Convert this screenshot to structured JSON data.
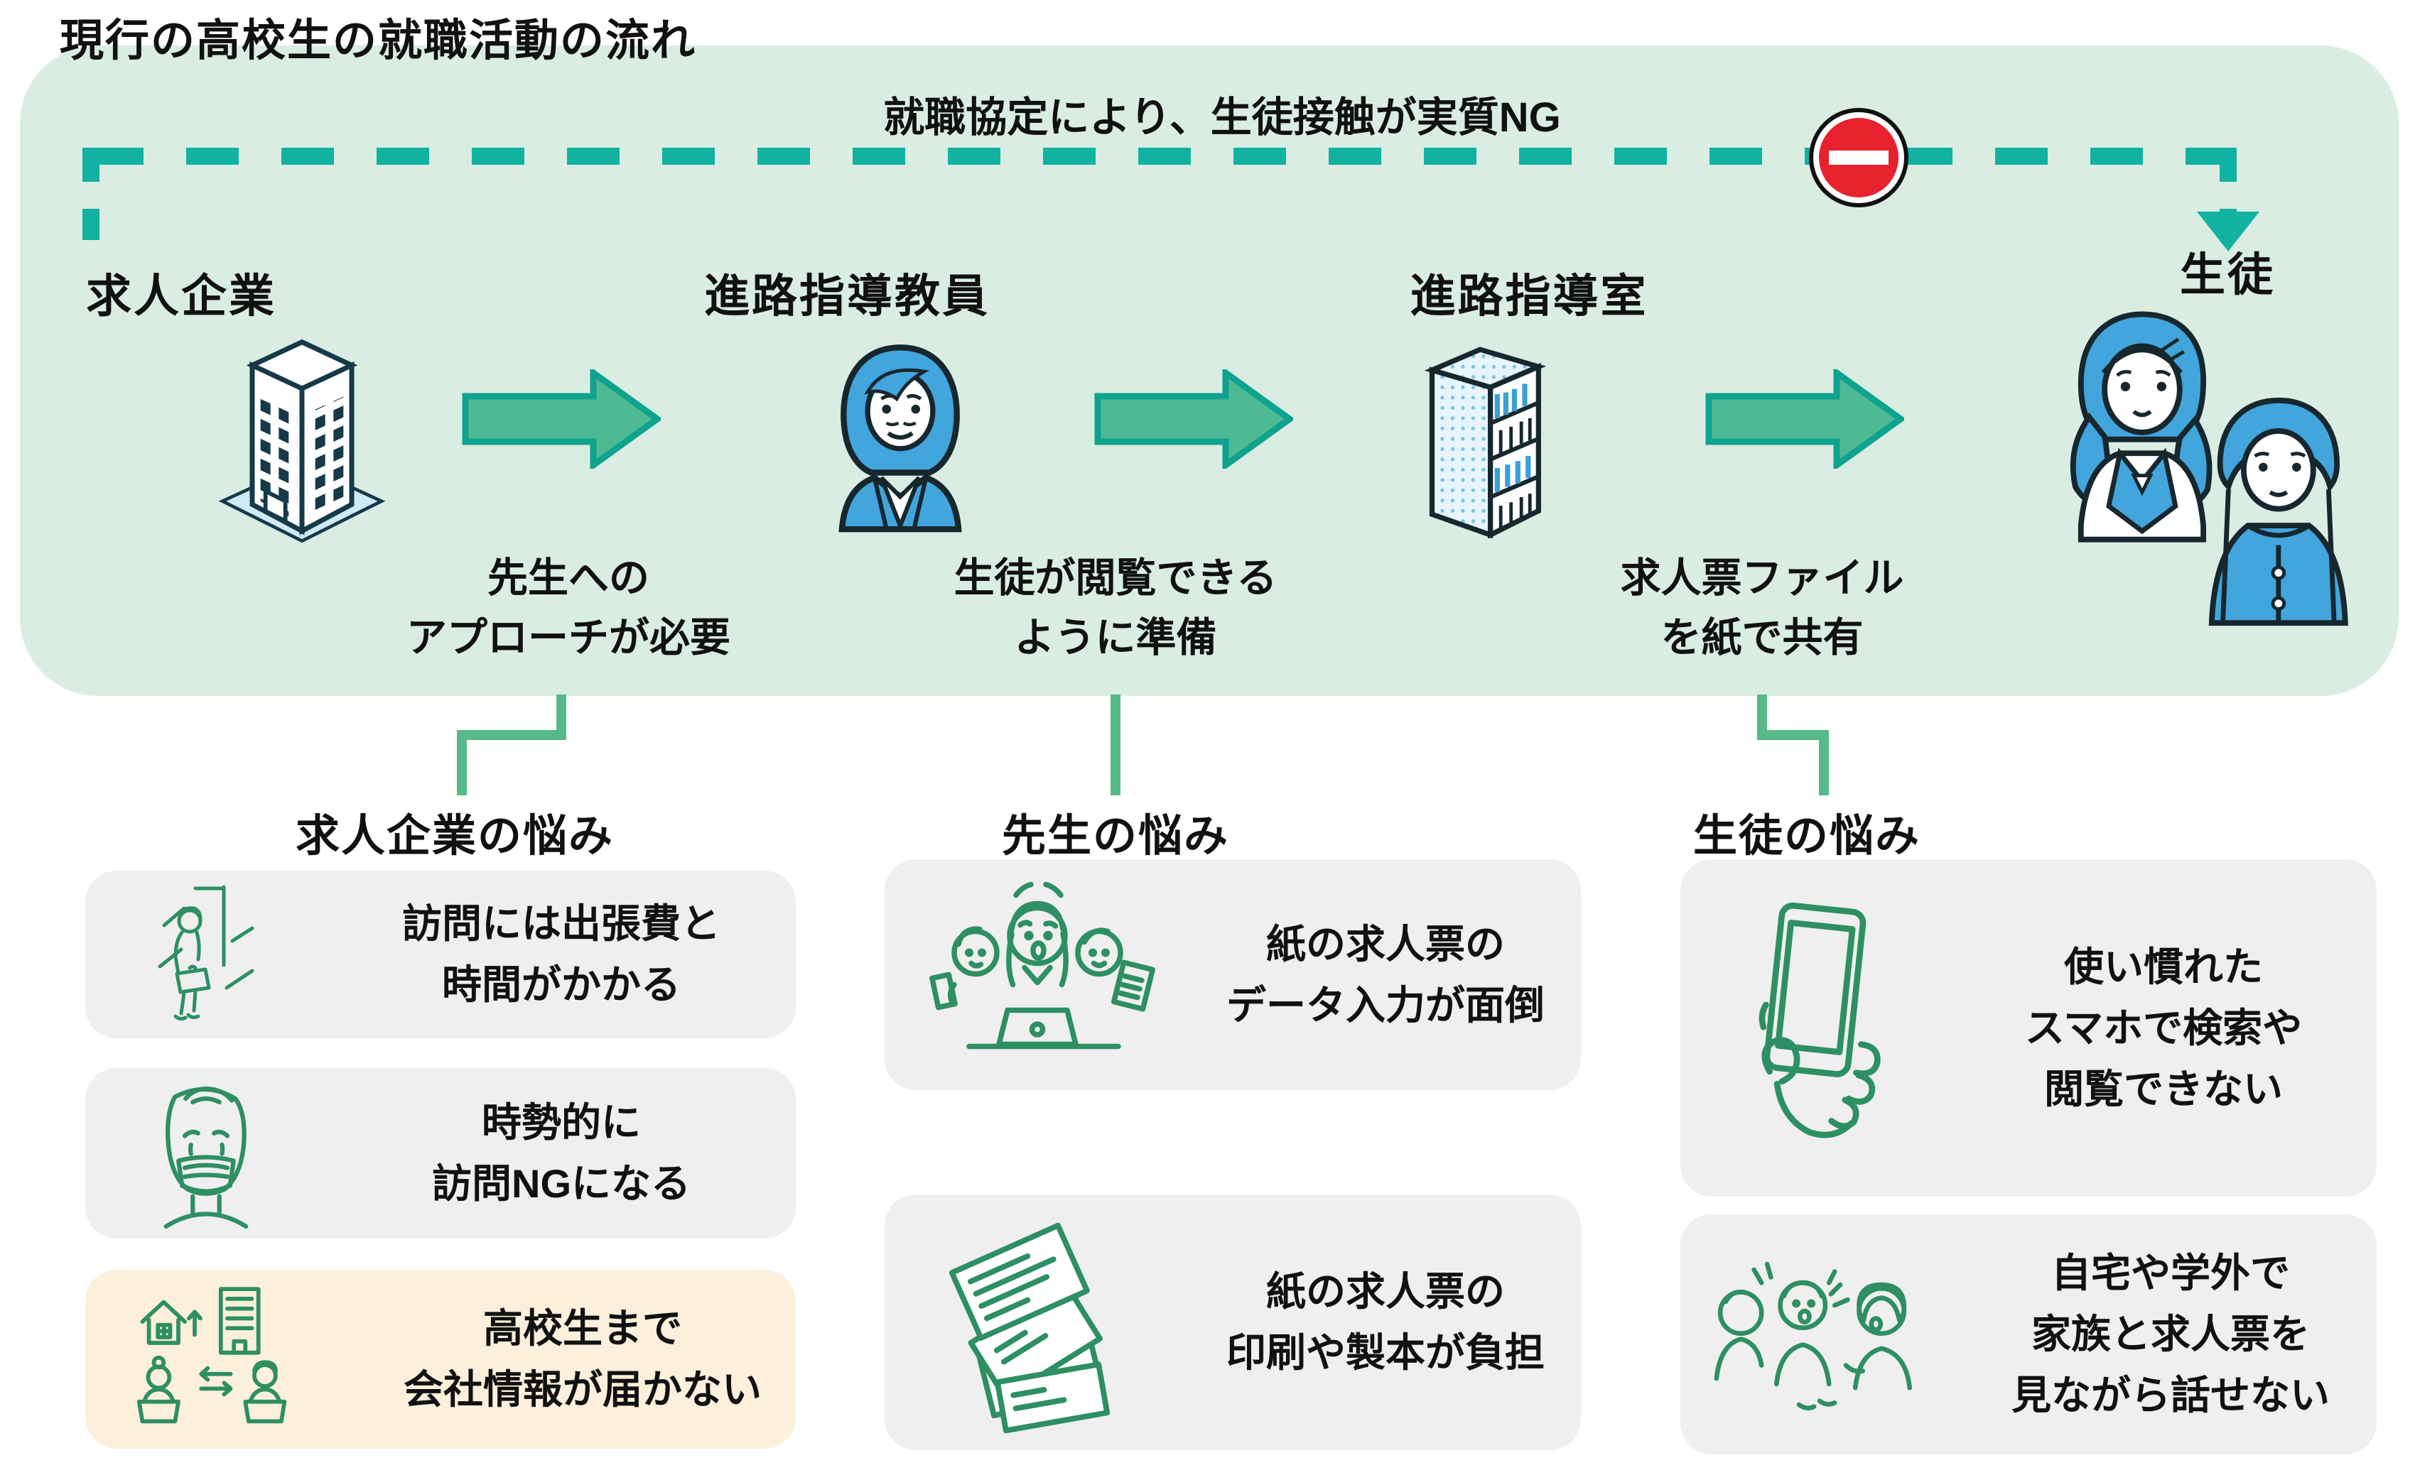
{
  "title": "現行の高校生の就職活動の流れ",
  "flow": {
    "restriction_label": "就職協定により、生徒接触が実質NG",
    "nodes": [
      {
        "label": "求人企業",
        "icon": "building-icon"
      },
      {
        "label": "進路指導教員",
        "icon": "teacher-icon"
      },
      {
        "label": "進路指導室",
        "icon": "bookshelf-icon"
      },
      {
        "label": "生徒",
        "icon": "students-icon"
      }
    ],
    "captions": [
      {
        "line1": "先生への",
        "line2": "アプローチが必要"
      },
      {
        "line1": "生徒が閲覧できる",
        "line2": "ように準備"
      },
      {
        "line1": "求人票ファイル",
        "line2": "を紙で共有"
      }
    ]
  },
  "columns": [
    {
      "heading": "求人企業の悩み",
      "cards": [
        {
          "icon": "train-passenger-icon",
          "lines": [
            "訪問には出張費と",
            "時間がかかる"
          ]
        },
        {
          "icon": "masked-face-icon",
          "lines": [
            "時勢的に",
            "訪問NGになる"
          ]
        },
        {
          "icon": "remote-info-icon",
          "lines": [
            "高校生まで",
            "会社情報が届かない"
          ]
        }
      ]
    },
    {
      "heading": "先生の悩み",
      "cards": [
        {
          "icon": "busy-teachers-icon",
          "lines": [
            "紙の求人票の",
            "データ入力が面倒"
          ]
        },
        {
          "icon": "paper-stack-icon",
          "lines": [
            "紙の求人票の",
            "印刷や製本が負担"
          ]
        }
      ]
    },
    {
      "heading": "生徒の悩み",
      "cards": [
        {
          "icon": "smartphone-hand-icon",
          "lines": [
            "使い慣れた",
            "スマホで検索や",
            "閲覧できない"
          ]
        },
        {
          "icon": "family-talk-icon",
          "lines": [
            "自宅や学外で",
            "家族と求人票を",
            "見ながら話せない"
          ]
        }
      ]
    }
  ],
  "colors": {
    "panel_bg": "#d9ede3",
    "dashed_line_teal": "#12b2a0",
    "arrow_fill": "#4eba93",
    "arrow_stroke": "#0fa28e",
    "connector_green": "#57b987",
    "card_bg": "#efefef",
    "highlight_card_bg": "#fcefdc",
    "line_icon_green": "#2e8f62",
    "illustration_blue": "#42a5dc",
    "ng_red": "#e8222d",
    "text": "#111111"
  }
}
